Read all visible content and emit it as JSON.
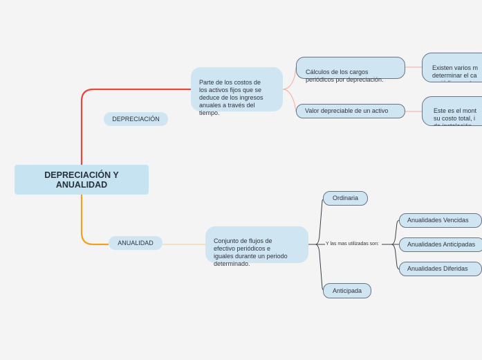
{
  "root": {
    "label": "DEPRECIACIÓN Y\nANUALIDAD"
  },
  "depreciacion": {
    "label": "DEPRECIACIÓN",
    "description": "Parte de los costos de\nlos activos fijos que se\ndeduce de los ingresos\nanuales a través del\ntiempo.",
    "children": [
      {
        "label": "Cálculos de los cargos\nperiódicos por depreciación.",
        "detail": "Existen varios m\ndeterminar el ca\nperiódicamente"
      },
      {
        "label": "Valor depreciable de un activo",
        "detail": "Este es el mont\nsu costo total, i\nde instalación."
      }
    ]
  },
  "anualidad": {
    "label": "ANUALIDAD",
    "description": "Conjunto de flujos de\nefectivo periódicos e\niguales durante un periodo\ndeterminado.",
    "types": [
      "Ordinaria",
      "Anticipada"
    ],
    "connector_label": "Y las mas utilizadas son:",
    "most_used": [
      "Anualidades Vencidas",
      "Anualidades Anticipadas",
      "Anualidades Diferidas"
    ]
  },
  "colors": {
    "branch_top": "#e8463a",
    "branch_bottom": "#f2a020",
    "link_light": "#f5a9a0",
    "link_orange_light": "#f7c98a",
    "link_dark": "#3a3f47",
    "node_fill": "#cfe5f1"
  }
}
